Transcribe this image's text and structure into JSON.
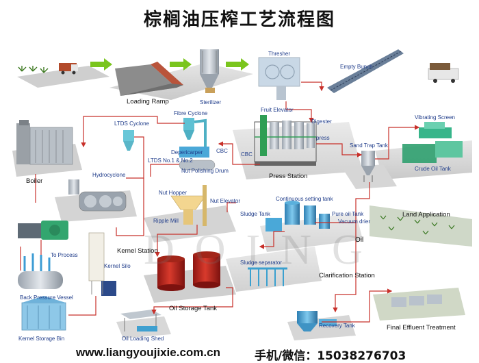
{
  "title": "棕榈油压榨工艺流程图",
  "watermark": "DOING",
  "footer": {
    "website": "www.liangyoujixie.com.cn",
    "phone": "手机/微信：15038276703"
  },
  "labels": {
    "loading_ramp": "Loading Ramp",
    "sterilizer": "Sterilizer",
    "thresher": "Thresher",
    "empty_bunch": "Empty Bunch",
    "fibre_cyclone": "Fibre Cyclone",
    "ltds_cyclone": "LTDS Cyclone",
    "fruit_elevator": "Fruit Elevator",
    "digester": "Digester",
    "press": "press",
    "vibrating_screen": "Vibrating Screen",
    "sand_trap_tank": "Sand Trap Tank",
    "crude_oil_tank": "Crude Oil Tank",
    "depericarper": "Depericarper",
    "cbc_1": "CBC",
    "cbc_2": "CBC",
    "ltds": "LTDS No.1 & No.2",
    "nut_polishing_drum": "Nut Polishing Drum",
    "press_station": "Press Station",
    "boiler": "Boiler",
    "hydrocyclone": "Hydrocyclone",
    "nut_hopper": "Nut Hopper",
    "nut_elevator": "Nut Elevator",
    "ripple_mill": "Ripple Mill",
    "continuous_setting_tank": "Continuous setting tank",
    "sludge_tank": "Sludge Tank",
    "pure_oil_tank": "Pure oil Tank",
    "vacuum_drier": "Vacuum drier",
    "oil": "Oil",
    "land_application": "Land Application",
    "to_process": "To Process",
    "kernel_silo": "Kernel Silo",
    "kernel_station": "Kernel Station",
    "sludge_separator": "Sludge separator",
    "back_pressure_vessel": "Back Pressure Vessel",
    "clarification_station": "Clarification Station",
    "oil_storage_tank": "Oil Storage Tank",
    "kernel_storage_bin": "Kernel Storage Bin",
    "oil_loading_shed": "Oil Loading Shed",
    "recovery_tank": "Recovery Tank",
    "final_effluent_treatment": "Final Effluent Treatment"
  },
  "colors": {
    "flow_line": "#c8302a",
    "green_arrow": "#7ac51d",
    "label_blue": "#1f3c8a",
    "ground": "#d8d8d8",
    "tank_red": "#c0201c",
    "machine_blue": "#4aa8d8",
    "machine_green": "#35b07a"
  }
}
